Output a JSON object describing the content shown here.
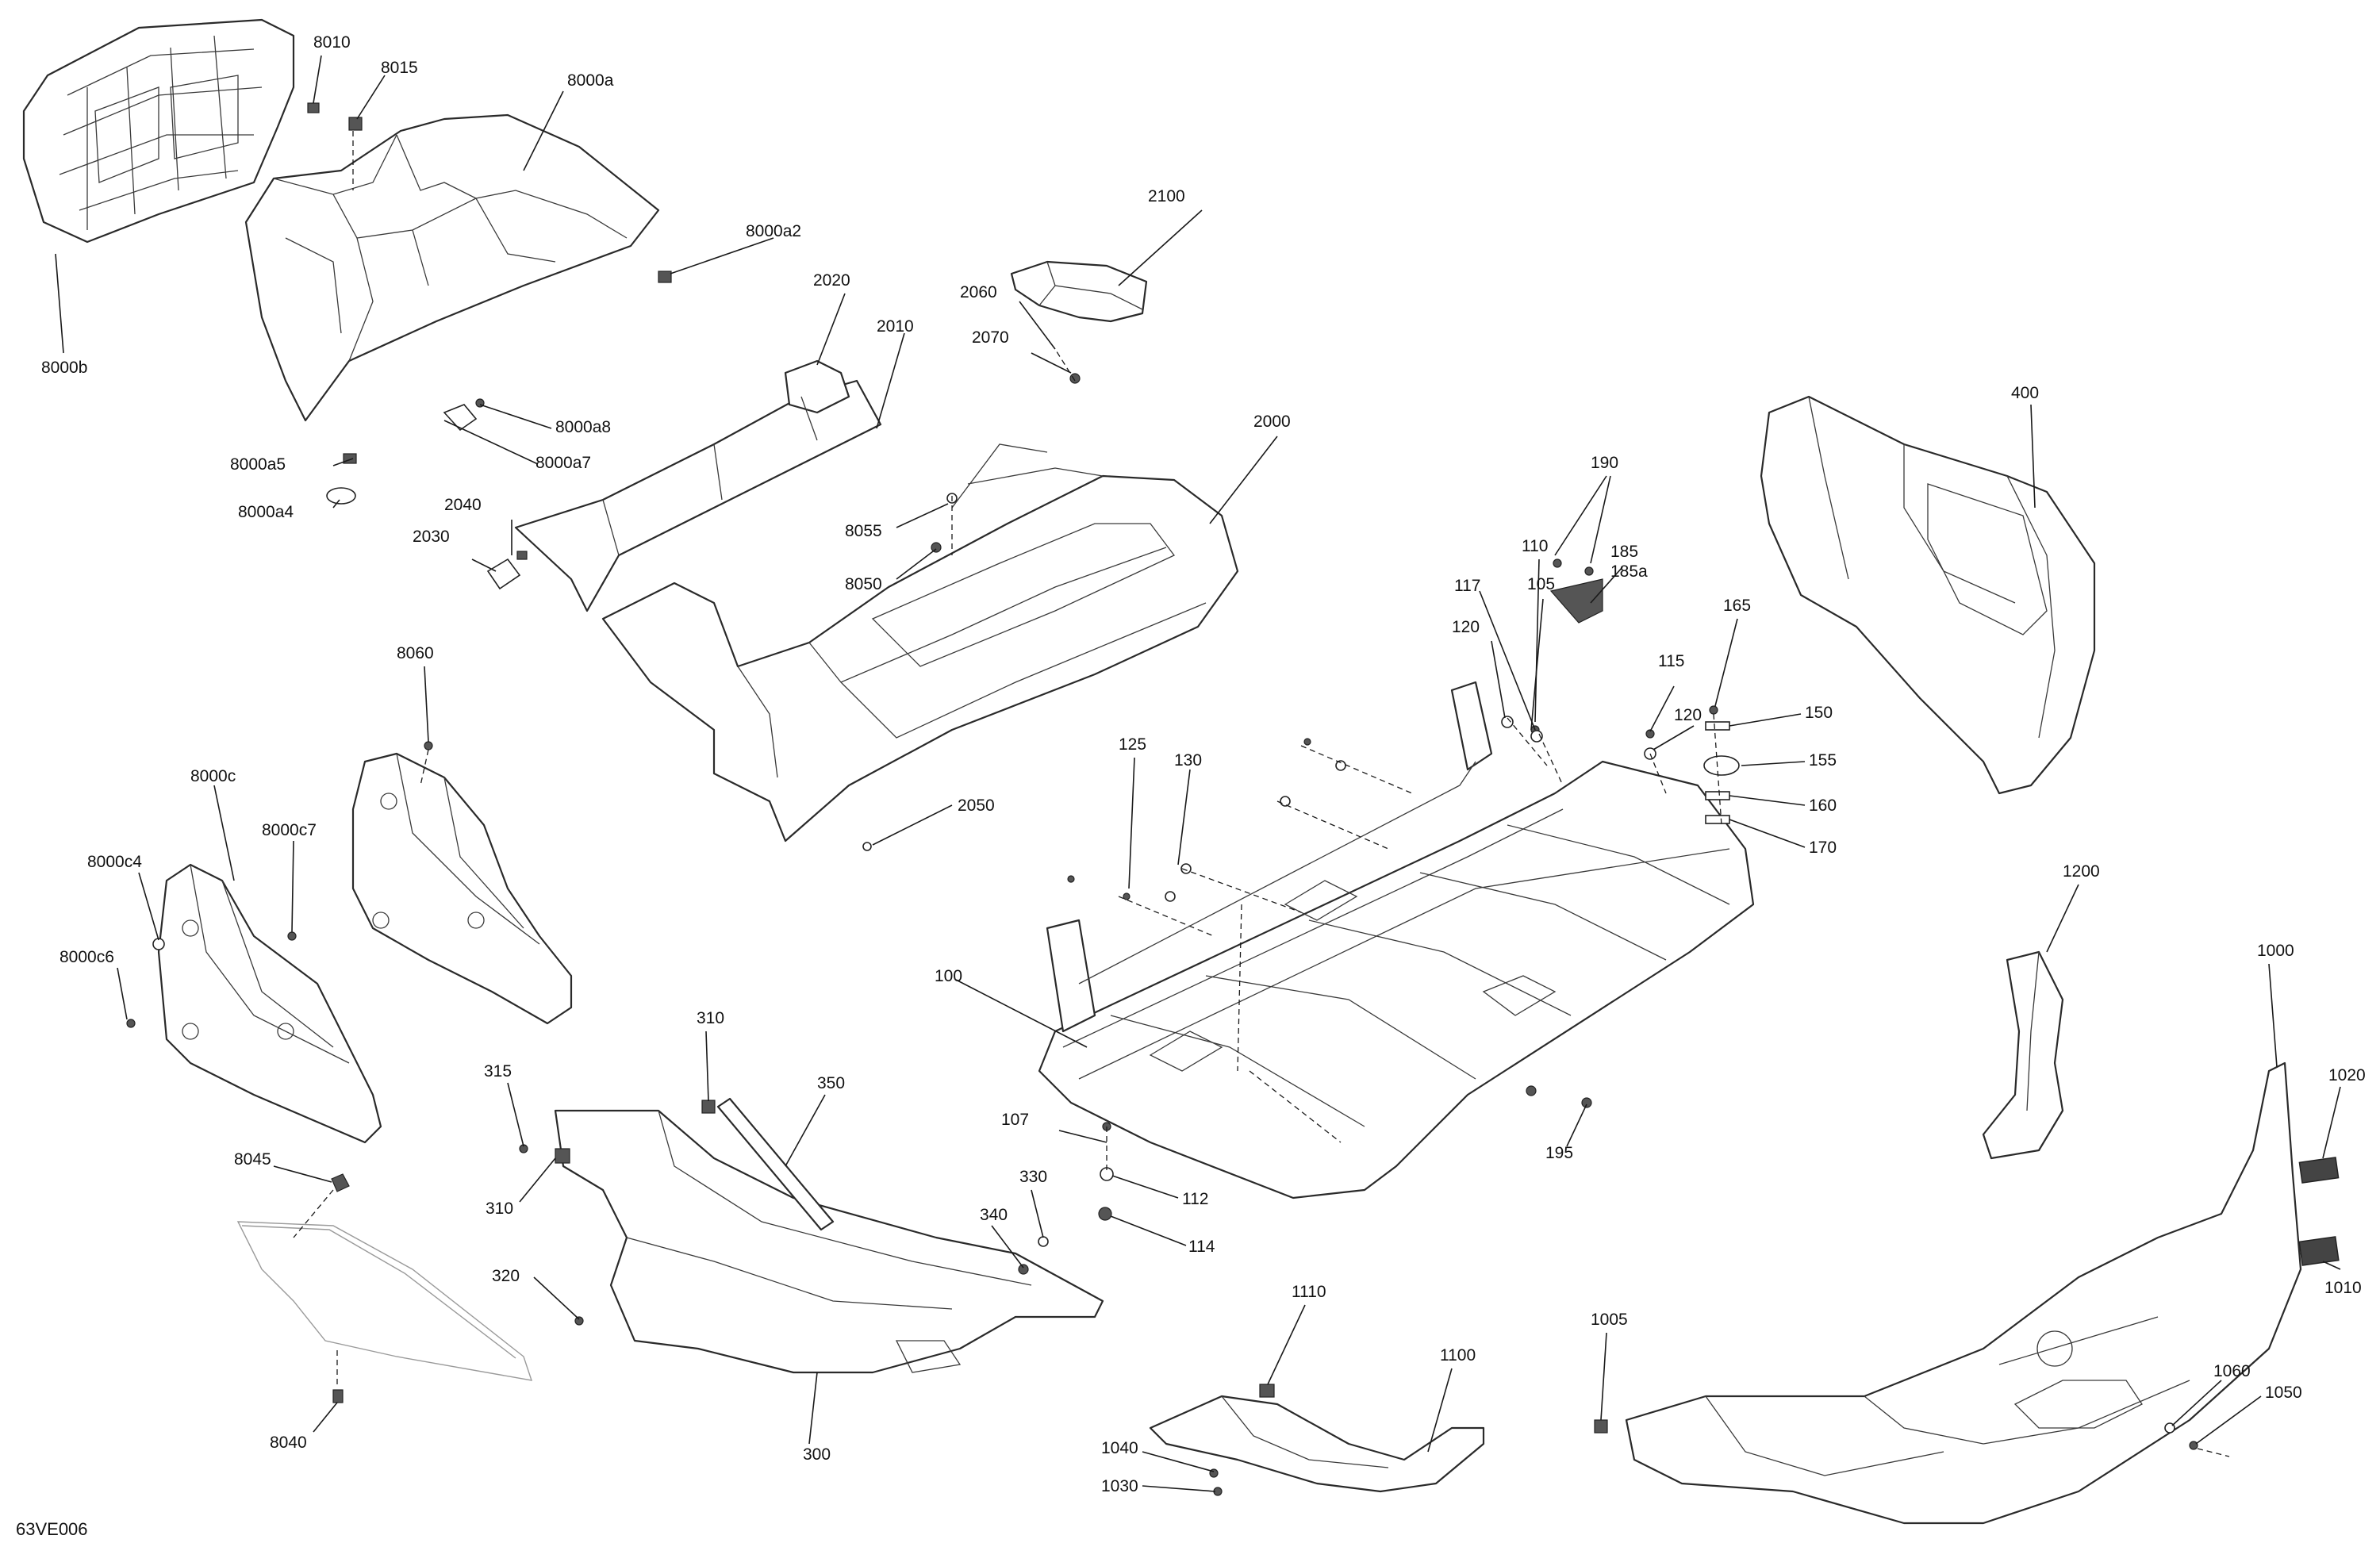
{
  "diagram_code": "63VE006",
  "callouts": {
    "c8010": "8010",
    "c8015": "8015",
    "c8000a": "8000a",
    "c8000b": "8000b",
    "c8000a2": "8000a2",
    "c8000a8": "8000a8",
    "c8000a7": "8000a7",
    "c8000a5": "8000a5",
    "c8000a4": "8000a4",
    "c2100": "2100",
    "c2020": "2020",
    "c2010": "2010",
    "c2060": "2060",
    "c2070": "2070",
    "c2000": "2000",
    "c2040": "2040",
    "c2030": "2030",
    "c8055": "8055",
    "c8050": "8050",
    "c400": "400",
    "c190": "190",
    "c185": "185",
    "c185a": "185a",
    "c110": "110",
    "c117": "117",
    "c105": "105",
    "c120a": "120",
    "c165": "165",
    "c115": "115",
    "c120b": "120",
    "c150": "150",
    "c155": "155",
    "c160": "160",
    "c170": "170",
    "c8060": "8060",
    "c125": "125",
    "c130": "130",
    "c2050": "2050",
    "c8000c": "8000c",
    "c8000c7": "8000c7",
    "c8000c4": "8000c4",
    "c8000c6": "8000c6",
    "c1200": "1200",
    "c1000": "1000",
    "c100": "100",
    "c310a": "310",
    "c315": "315",
    "c350": "350",
    "c310b": "310",
    "c107": "107",
    "c112": "112",
    "c330": "330",
    "c114": "114",
    "c340": "340",
    "c195": "195",
    "c1020": "1020",
    "c8045": "8045",
    "c320": "320",
    "c1110": "1110",
    "c1100": "1100",
    "c1005": "1005",
    "c300": "300",
    "c8040": "8040",
    "c1040": "1040",
    "c1030": "1030",
    "c1060": "1060",
    "c1050": "1050",
    "c1010": "1010"
  }
}
